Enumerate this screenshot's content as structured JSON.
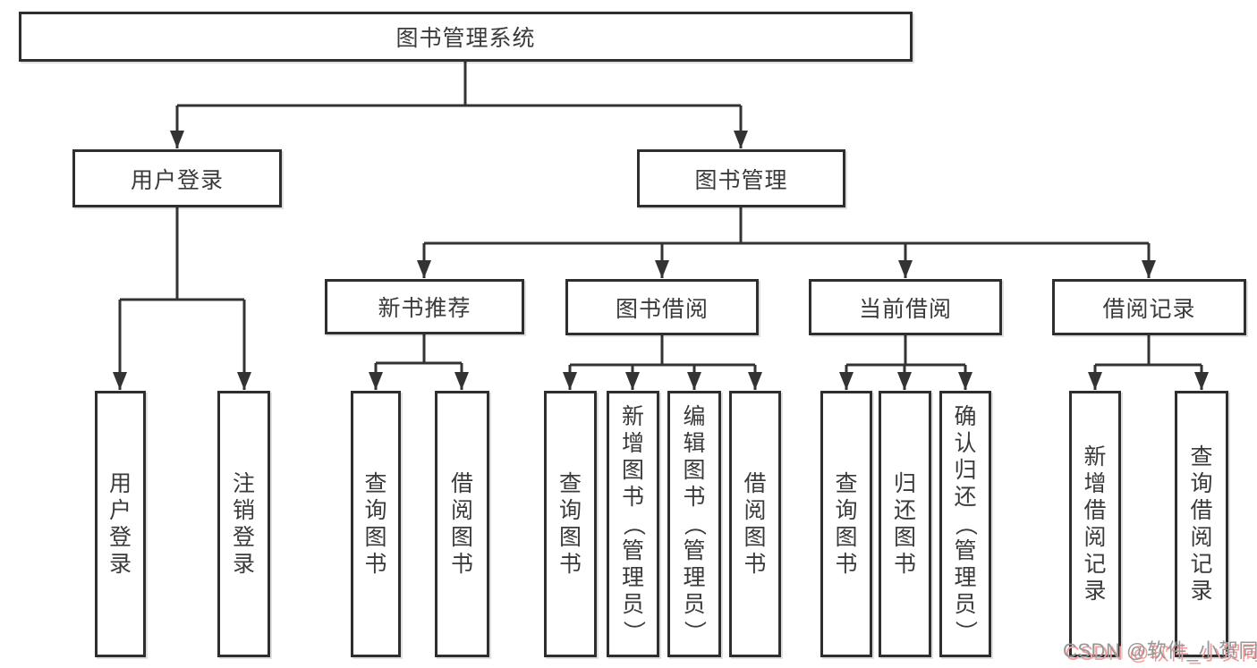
{
  "diagram": {
    "root": "图书管理系统",
    "level2": [
      "用户登录",
      "图书管理"
    ],
    "level3": [
      "新书推荐",
      "图书借阅",
      "当前借阅",
      "借阅记录"
    ],
    "leaves": {
      "login": [
        "用户登录",
        "注销登录"
      ],
      "newbook": [
        "查询图书",
        "借阅图书"
      ],
      "borrow": [
        "查询图书",
        "新增图书（管理员）",
        "编辑图书（管理员）",
        "借阅图书"
      ],
      "current": [
        "查询图书",
        "归还图书",
        "确认归还（管理员）"
      ],
      "records": [
        "新增借阅记录",
        "查询借阅记录"
      ]
    },
    "colors": {
      "line": "#333333",
      "border": "#2e2e2e",
      "text": "#3a3a3a",
      "watermark_gray": "#979797",
      "watermark_pink": "#f59b9b",
      "background": "#ffffff"
    },
    "watermark": "CSDN @软件_小贺同学"
  }
}
